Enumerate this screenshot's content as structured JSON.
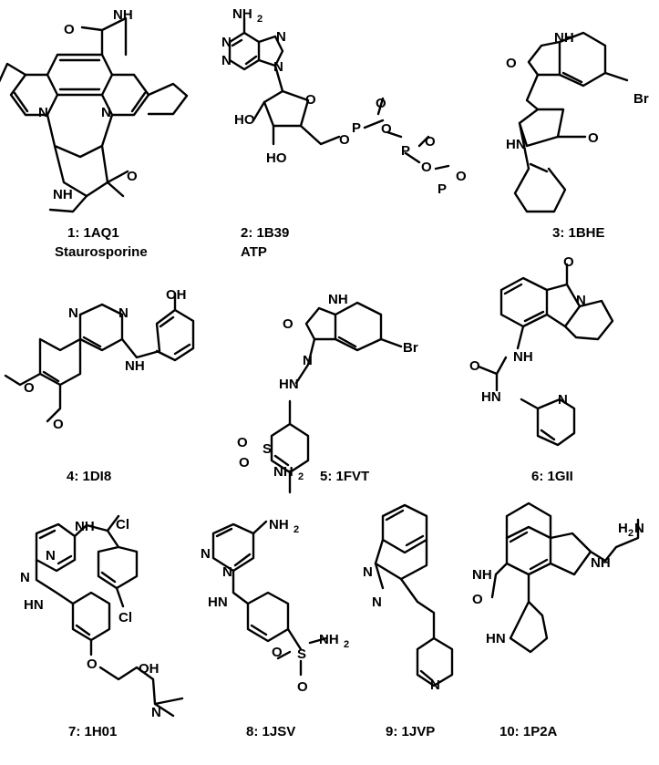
{
  "compounds": [
    {
      "id": "1",
      "code": "1AQ1",
      "caption": "1: 1AQ1",
      "name": "Staurosporine"
    },
    {
      "id": "2",
      "code": "1B39",
      "caption": "2: 1B39",
      "name": "ATP"
    },
    {
      "id": "3",
      "code": "1BHE",
      "caption": "3: 1BHE",
      "name": ""
    },
    {
      "id": "4",
      "code": "1DI8",
      "caption": "4: 1DI8",
      "name": ""
    },
    {
      "id": "5",
      "code": "1FVT",
      "caption": "5: 1FVT",
      "name": ""
    },
    {
      "id": "6",
      "code": "1GII",
      "caption": "6: 1GII",
      "name": ""
    },
    {
      "id": "7",
      "code": "1H01",
      "caption": "7: 1H01",
      "name": ""
    },
    {
      "id": "8",
      "code": "1JSV",
      "caption": "8: 1JSV",
      "name": ""
    },
    {
      "id": "9",
      "code": "1JVP",
      "caption": "9: 1JVP",
      "name": ""
    },
    {
      "id": "10",
      "code": "1P2A",
      "caption": "10: 1P2A",
      "name": ""
    }
  ],
  "atom_labels": {
    "N": "N",
    "NH": "NH",
    "HN": "HN",
    "O": "O",
    "P": "P",
    "S": "S",
    "Br": "Br",
    "Cl": "Cl",
    "OH": "OH",
    "HO": "HO",
    "NH2_main": "NH",
    "NH2_sub": "2",
    "H2N_main": "H",
    "H2N_sub": "2",
    "H2N_end": "N"
  }
}
